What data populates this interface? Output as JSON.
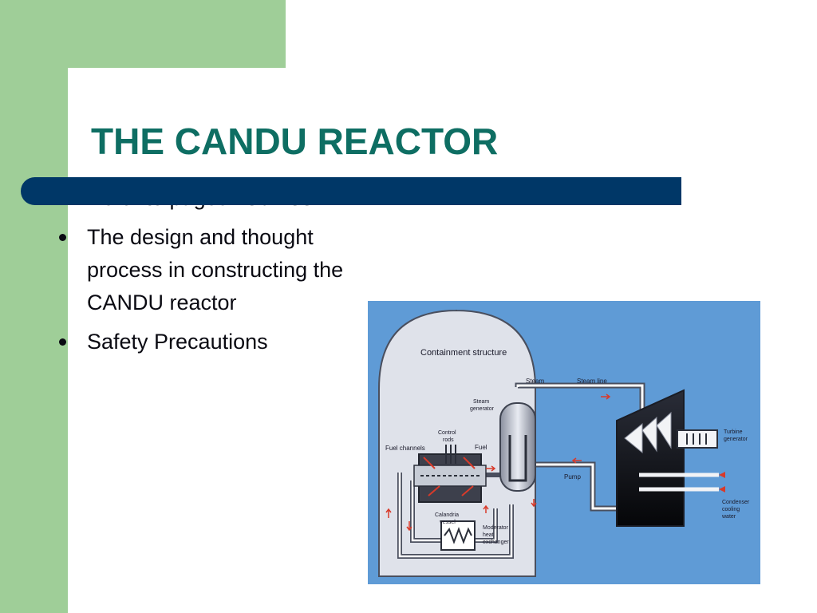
{
  "slide": {
    "title": "THE CANDU REACTOR",
    "bullets": [
      "Refer to pages 786-788",
      "The design and thought process in constructing the CANDU reactor",
      "Safety Precautions"
    ]
  },
  "diagram": {
    "labels": {
      "containment": "Containment structure",
      "steam": "Steam",
      "steam_line": "Steam line",
      "steam_generator_1": "Steam",
      "steam_generator_2": "generator",
      "control_rods_1": "Control",
      "control_rods_2": "rods",
      "fuel_channels": "Fuel channels",
      "fuel": "Fuel",
      "pump": "Pump",
      "calandria_1": "Calandria",
      "calandria_2": "vessel",
      "moderator_1": "Moderator",
      "moderator_2": "heat",
      "moderator_3": "exchanger",
      "turbine_1": "Turbine",
      "turbine_2": "generator",
      "condenser_1": "Condenser",
      "condenser_2": "cooling",
      "condenser_3": "water"
    }
  },
  "colors": {
    "green": "#9fce98",
    "title": "#0e6e63",
    "bar": "#003767",
    "diagram_bg": "#5f9bd6"
  }
}
